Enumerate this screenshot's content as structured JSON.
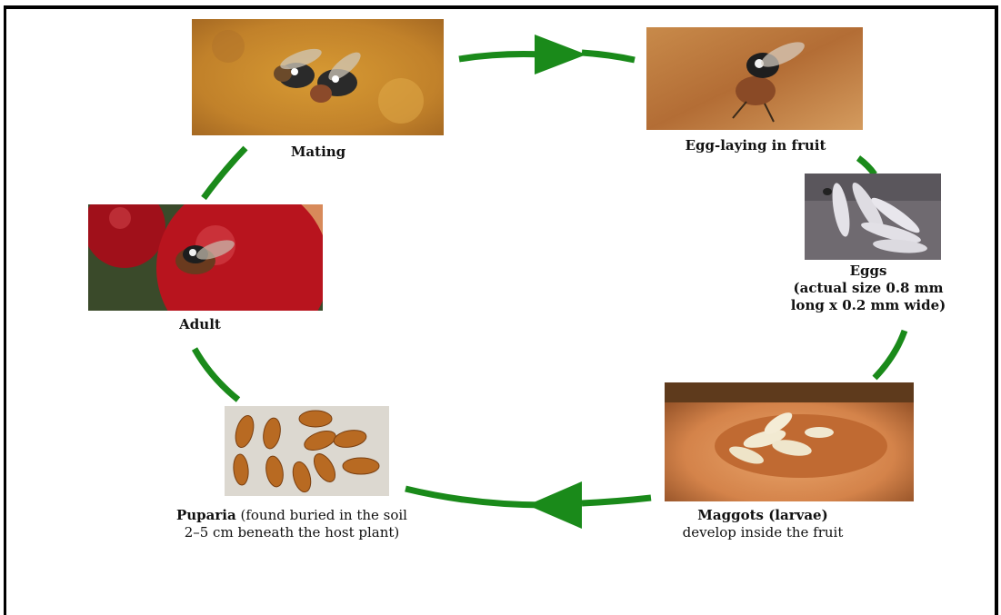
{
  "stages": {
    "mating": {
      "title": "Mating"
    },
    "egg_laying": {
      "title": "Egg-laying in fruit"
    },
    "eggs": {
      "title": "Eggs",
      "line2": "(actual size 0.8 mm",
      "line3": "long x 0.2 mm wide)"
    },
    "maggots": {
      "title": "Maggots (larvae)",
      "line2": "develop inside the fruit"
    },
    "puparia": {
      "title": "Puparia",
      "title_rest": " (found buried in the soil",
      "line2": "2–5 cm beneath the host plant)"
    },
    "adult": {
      "title": "Adult"
    }
  },
  "colors": {
    "arrow": "#1a8a1a",
    "frame": "#000000"
  }
}
